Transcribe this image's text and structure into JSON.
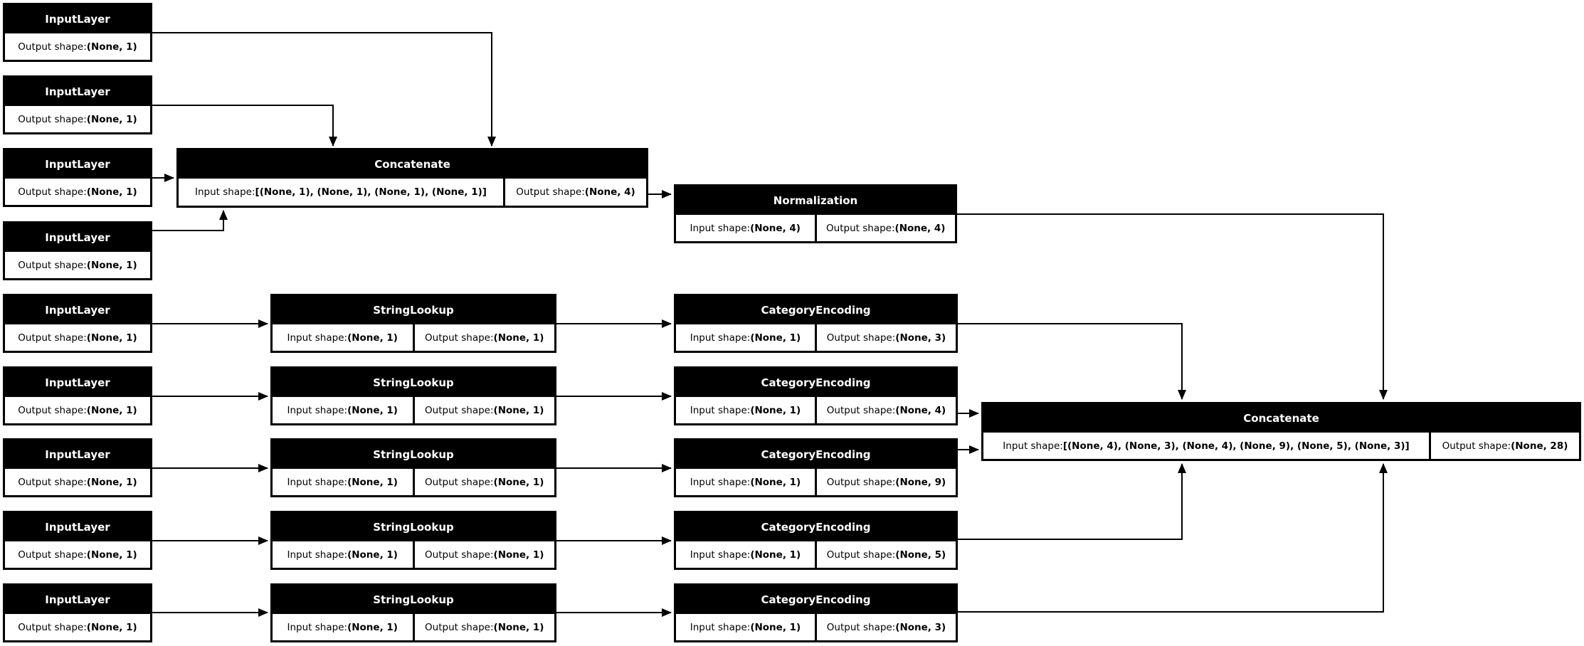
{
  "diagram": {
    "background_color": "#ffffff",
    "node_fill_color": "#000000",
    "node_title_color": "#ffffff",
    "cell_fill_color": "#ffffff",
    "cell_text_color": "#000000",
    "edge_color": "#000000"
  },
  "nodes": [
    {
      "id": "input_layer_1",
      "title": "InputLayer",
      "cells": [
        {
          "label": "Output shape: ",
          "value": "(None, 1)"
        }
      ]
    },
    {
      "id": "input_layer_2",
      "title": "InputLayer",
      "cells": [
        {
          "label": "Output shape: ",
          "value": "(None, 1)"
        }
      ]
    },
    {
      "id": "input_layer_3",
      "title": "InputLayer",
      "cells": [
        {
          "label": "Output shape: ",
          "value": "(None, 1)"
        }
      ]
    },
    {
      "id": "input_layer_4",
      "title": "InputLayer",
      "cells": [
        {
          "label": "Output shape: ",
          "value": "(None, 1)"
        }
      ]
    },
    {
      "id": "concatenate_1",
      "title": "Concatenate",
      "cells": [
        {
          "label": "Input shape: ",
          "value": "[(None, 1), (None, 1), (None, 1), (None, 1)]"
        },
        {
          "label": "Output shape: ",
          "value": "(None, 4)"
        }
      ]
    },
    {
      "id": "normalization",
      "title": "Normalization",
      "cells": [
        {
          "label": "Input shape: ",
          "value": "(None, 4)"
        },
        {
          "label": "Output shape: ",
          "value": "(None, 4)"
        }
      ]
    },
    {
      "id": "input_layer_5",
      "title": "InputLayer",
      "cells": [
        {
          "label": "Output shape: ",
          "value": "(None, 1)"
        }
      ]
    },
    {
      "id": "string_lookup_1",
      "title": "StringLookup",
      "cells": [
        {
          "label": "Input shape: ",
          "value": "(None, 1)"
        },
        {
          "label": "Output shape: ",
          "value": "(None, 1)"
        }
      ]
    },
    {
      "id": "category_encoding_1",
      "title": "CategoryEncoding",
      "cells": [
        {
          "label": "Input shape: ",
          "value": "(None, 1)"
        },
        {
          "label": "Output shape: ",
          "value": "(None, 3)"
        }
      ]
    },
    {
      "id": "input_layer_6",
      "title": "InputLayer",
      "cells": [
        {
          "label": "Output shape: ",
          "value": "(None, 1)"
        }
      ]
    },
    {
      "id": "string_lookup_2",
      "title": "StringLookup",
      "cells": [
        {
          "label": "Input shape: ",
          "value": "(None, 1)"
        },
        {
          "label": "Output shape: ",
          "value": "(None, 1)"
        }
      ]
    },
    {
      "id": "category_encoding_2",
      "title": "CategoryEncoding",
      "cells": [
        {
          "label": "Input shape: ",
          "value": "(None, 1)"
        },
        {
          "label": "Output shape: ",
          "value": "(None, 4)"
        }
      ]
    },
    {
      "id": "input_layer_7",
      "title": "InputLayer",
      "cells": [
        {
          "label": "Output shape: ",
          "value": "(None, 1)"
        }
      ]
    },
    {
      "id": "string_lookup_3",
      "title": "StringLookup",
      "cells": [
        {
          "label": "Input shape: ",
          "value": "(None, 1)"
        },
        {
          "label": "Output shape: ",
          "value": "(None, 1)"
        }
      ]
    },
    {
      "id": "category_encoding_3",
      "title": "CategoryEncoding",
      "cells": [
        {
          "label": "Input shape: ",
          "value": "(None, 1)"
        },
        {
          "label": "Output shape: ",
          "value": "(None, 9)"
        }
      ]
    },
    {
      "id": "input_layer_8",
      "title": "InputLayer",
      "cells": [
        {
          "label": "Output shape: ",
          "value": "(None, 1)"
        }
      ]
    },
    {
      "id": "string_lookup_4",
      "title": "StringLookup",
      "cells": [
        {
          "label": "Input shape: ",
          "value": "(None, 1)"
        },
        {
          "label": "Output shape: ",
          "value": "(None, 1)"
        }
      ]
    },
    {
      "id": "category_encoding_4",
      "title": "CategoryEncoding",
      "cells": [
        {
          "label": "Input shape: ",
          "value": "(None, 1)"
        },
        {
          "label": "Output shape: ",
          "value": "(None, 5)"
        }
      ]
    },
    {
      "id": "input_layer_9",
      "title": "InputLayer",
      "cells": [
        {
          "label": "Output shape: ",
          "value": "(None, 1)"
        }
      ]
    },
    {
      "id": "string_lookup_5",
      "title": "StringLookup",
      "cells": [
        {
          "label": "Input shape: ",
          "value": "(None, 1)"
        },
        {
          "label": "Output shape: ",
          "value": "(None, 1)"
        }
      ]
    },
    {
      "id": "category_encoding_5",
      "title": "CategoryEncoding",
      "cells": [
        {
          "label": "Input shape: ",
          "value": "(None, 1)"
        },
        {
          "label": "Output shape: ",
          "value": "(None, 3)"
        }
      ]
    },
    {
      "id": "concatenate_2",
      "title": "Concatenate",
      "cells": [
        {
          "label": "Input shape: ",
          "value": "[(None, 4), (None, 3), (None, 4), (None, 9), (None, 5), (None, 3)]"
        },
        {
          "label": "Output shape: ",
          "value": "(None, 28)"
        }
      ]
    }
  ],
  "edges": [
    {
      "from": "input_layer_1",
      "to": "concatenate_1"
    },
    {
      "from": "input_layer_2",
      "to": "concatenate_1"
    },
    {
      "from": "input_layer_3",
      "to": "concatenate_1"
    },
    {
      "from": "input_layer_4",
      "to": "concatenate_1"
    },
    {
      "from": "concatenate_1",
      "to": "normalization"
    },
    {
      "from": "normalization",
      "to": "concatenate_2"
    },
    {
      "from": "input_layer_5",
      "to": "string_lookup_1"
    },
    {
      "from": "string_lookup_1",
      "to": "category_encoding_1"
    },
    {
      "from": "category_encoding_1",
      "to": "concatenate_2"
    },
    {
      "from": "input_layer_6",
      "to": "string_lookup_2"
    },
    {
      "from": "string_lookup_2",
      "to": "category_encoding_2"
    },
    {
      "from": "category_encoding_2",
      "to": "concatenate_2"
    },
    {
      "from": "input_layer_7",
      "to": "string_lookup_3"
    },
    {
      "from": "string_lookup_3",
      "to": "category_encoding_3"
    },
    {
      "from": "category_encoding_3",
      "to": "concatenate_2"
    },
    {
      "from": "input_layer_8",
      "to": "string_lookup_4"
    },
    {
      "from": "string_lookup_4",
      "to": "category_encoding_4"
    },
    {
      "from": "category_encoding_4",
      "to": "concatenate_2"
    },
    {
      "from": "input_layer_9",
      "to": "string_lookup_5"
    },
    {
      "from": "string_lookup_5",
      "to": "category_encoding_5"
    },
    {
      "from": "category_encoding_5",
      "to": "concatenate_2"
    }
  ]
}
